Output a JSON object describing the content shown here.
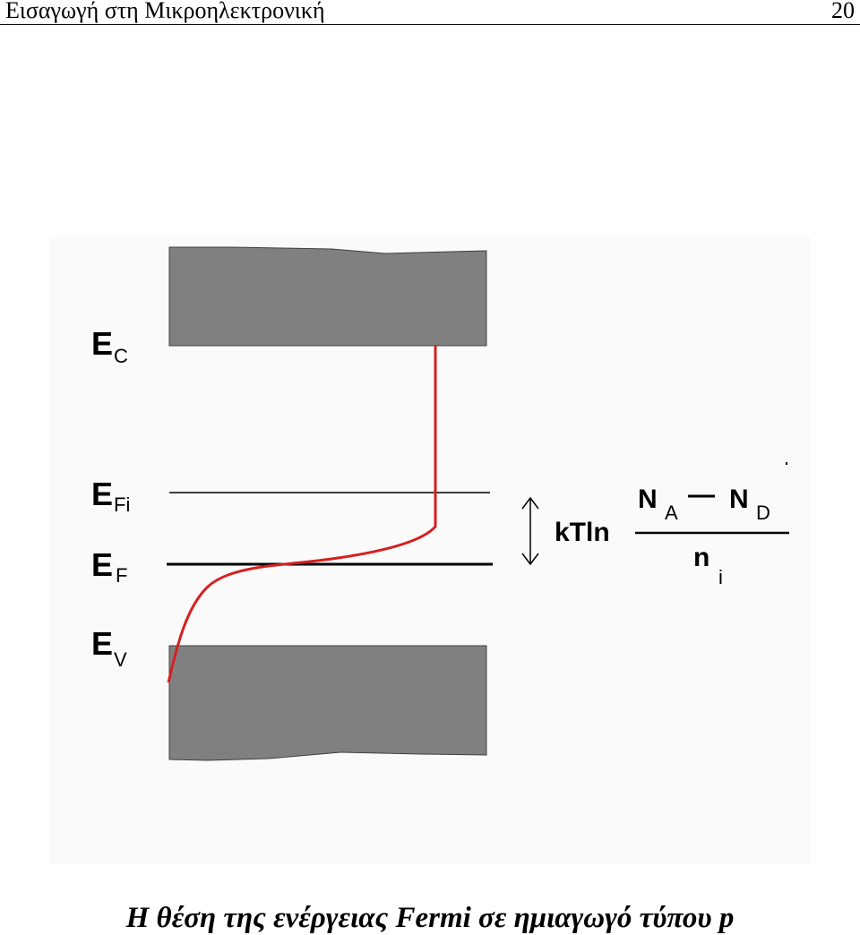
{
  "header": {
    "title": "Εισαγωγή στη Μικροηλεκτρονική",
    "page_number": "20"
  },
  "diagram": {
    "labels": {
      "ec_main": "E",
      "ec_sub": "C",
      "efi_main": "E",
      "efi_sub": "Fi",
      "ef_main": "E",
      "ef_sub": "F",
      "ev_main": "E",
      "ev_sub": "V"
    },
    "formula": {
      "prefix": "kTln",
      "num_a": "N",
      "num_a_sub": "A",
      "num_d": "N",
      "num_d_sub": "D",
      "den": "n",
      "den_sub": "i"
    },
    "colors": {
      "band": "#808080",
      "curve": "#d62020",
      "background": "#fafafa"
    }
  },
  "caption": "Η θέση της ενέργειας Fermi σε ημιαγωγό τύπου p"
}
